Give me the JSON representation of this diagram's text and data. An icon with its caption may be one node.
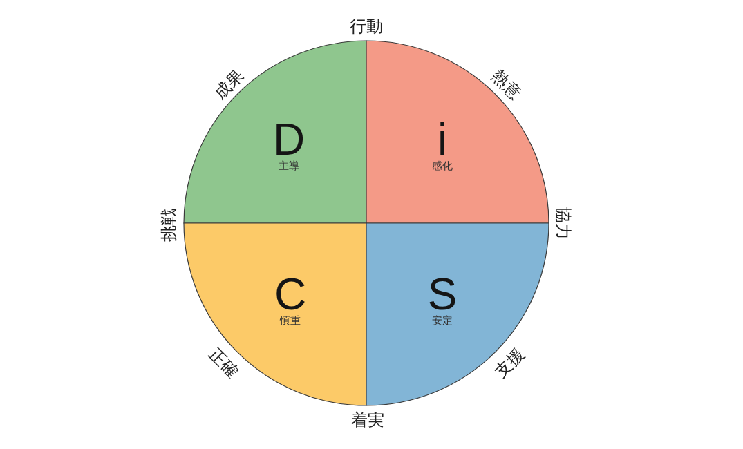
{
  "diagram": {
    "nodes": [
      {
        "text": [
          "D",
          "主導"
        ]
      },
      {
        "text": [
          "i",
          "感化"
        ]
      },
      {
        "text": [
          "C",
          "慎重"
        ]
      },
      {
        "text": [
          "S",
          "安定"
        ]
      }
    ],
    "labels": [
      "行動",
      "成果",
      "熱意",
      "挑戦",
      "協力",
      "正確",
      "支援",
      "着実"
    ]
  }
}
